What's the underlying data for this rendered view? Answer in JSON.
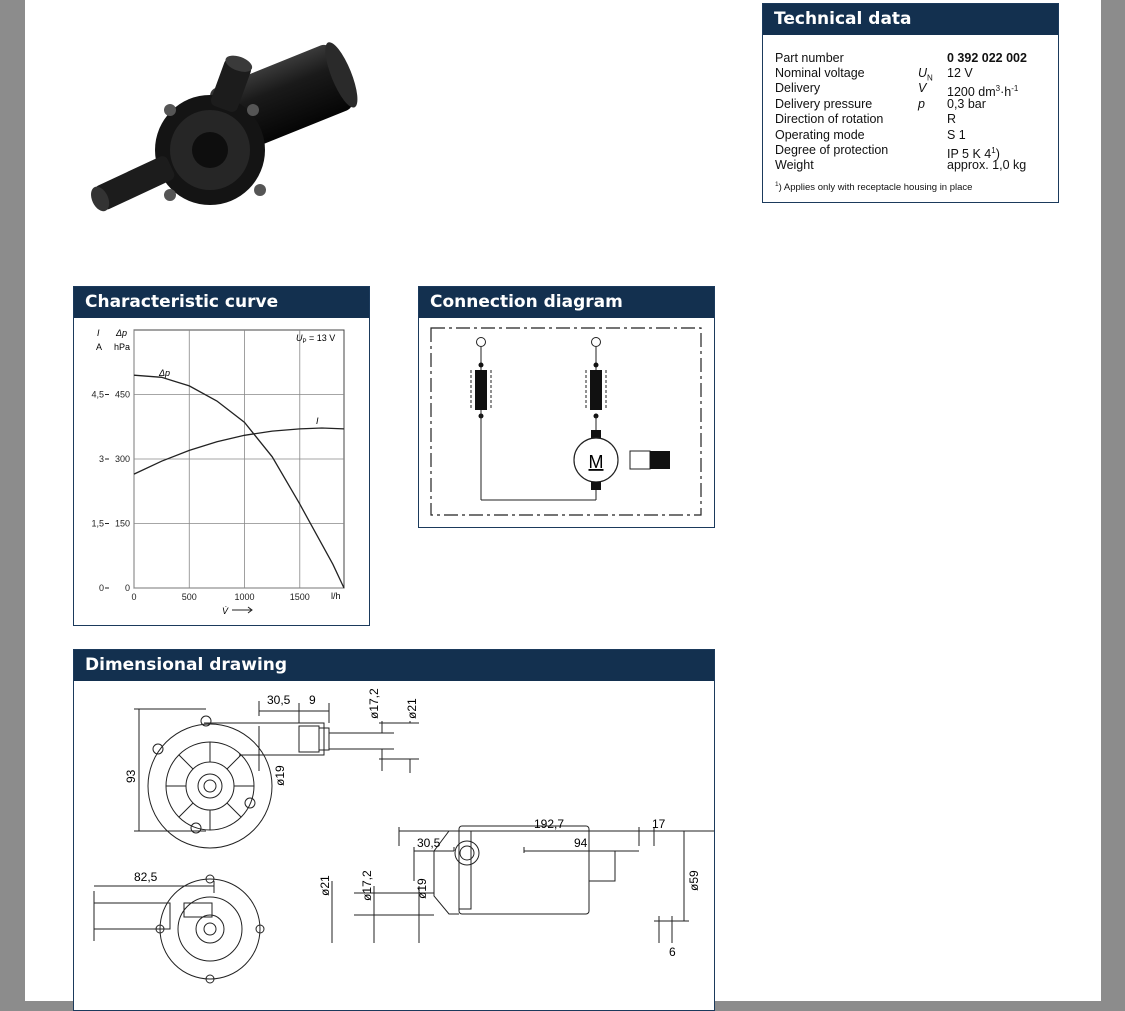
{
  "tech": {
    "title": "Technical data",
    "rows": [
      {
        "label": "Part number",
        "symbol": "",
        "value": "0 392 022 002",
        "bold": true
      },
      {
        "label": "Nominal voltage",
        "symbol": "U",
        "sub": "N",
        "value": "12 V"
      },
      {
        "label": "Delivery",
        "symbol": "V",
        "value": "1200 dm",
        "sup1": "3",
        "mid": "·h",
        "sup2": "-1"
      },
      {
        "label": "Delivery pressure",
        "symbol": "p",
        "value": "0,3 bar"
      },
      {
        "label": "Direction of rotation",
        "symbol": "",
        "value": "R"
      },
      {
        "label": "Operating mode",
        "symbol": "",
        "value": "S 1"
      },
      {
        "label": "Degree of protection",
        "symbol": "",
        "value": "IP 5 K 4",
        "sup1": "1",
        ")_after": ")"
      },
      {
        "label": "Weight",
        "symbol": "",
        "value": "approx. 1,0 kg"
      }
    ],
    "footnote_mark": "1",
    "footnote": ") Applies only with receptacle housing in place"
  },
  "curve": {
    "title": "Characteristic curve",
    "label_i": "I",
    "label_a": "A",
    "label_dp": "Δp",
    "label_hpa": "hPa",
    "label_up": "U",
    "label_up_sub": "P",
    "label_up_val": " = 13 V",
    "curve_dp": "Δp",
    "curve_i": "I",
    "unit_x": "l/h",
    "label_v": "V̇"
  },
  "chart_data": {
    "type": "line",
    "title": "Characteristic curve",
    "xlabel": "V̇ l/h",
    "ylabel_left": "I A",
    "ylabel_right": "Δp hPa",
    "x_ticks": [
      0,
      500,
      1000,
      1500
    ],
    "y_ticks_current": [
      0,
      1.5,
      3,
      4.5
    ],
    "y_ticks_pressure": [
      0,
      150,
      300,
      450
    ],
    "xlim": [
      0,
      1900
    ],
    "ylim_pressure": [
      0,
      600
    ],
    "series": [
      {
        "name": "Δp",
        "x": [
          0,
          250,
          500,
          750,
          1000,
          1250,
          1500,
          1650,
          1800,
          1900
        ],
        "values": [
          495,
          490,
          470,
          435,
          385,
          305,
          195,
          125,
          55,
          0
        ]
      },
      {
        "name": "I",
        "x": [
          0,
          250,
          500,
          750,
          1000,
          1250,
          1500,
          1700,
          1900
        ],
        "values": [
          2.65,
          2.95,
          3.2,
          3.4,
          3.55,
          3.65,
          3.7,
          3.72,
          3.7
        ]
      }
    ]
  },
  "conn": {
    "title": "Connection diagram",
    "motor": "M"
  },
  "dim": {
    "title": "Dimensional drawing",
    "labels": [
      "30,5",
      "9",
      "ø17,2",
      "ø21",
      "93",
      "ø19",
      "82,5",
      "192,7",
      "17",
      "30,5",
      "94",
      "ø21",
      "ø17,2",
      "ø19",
      "ø59",
      "6"
    ]
  }
}
